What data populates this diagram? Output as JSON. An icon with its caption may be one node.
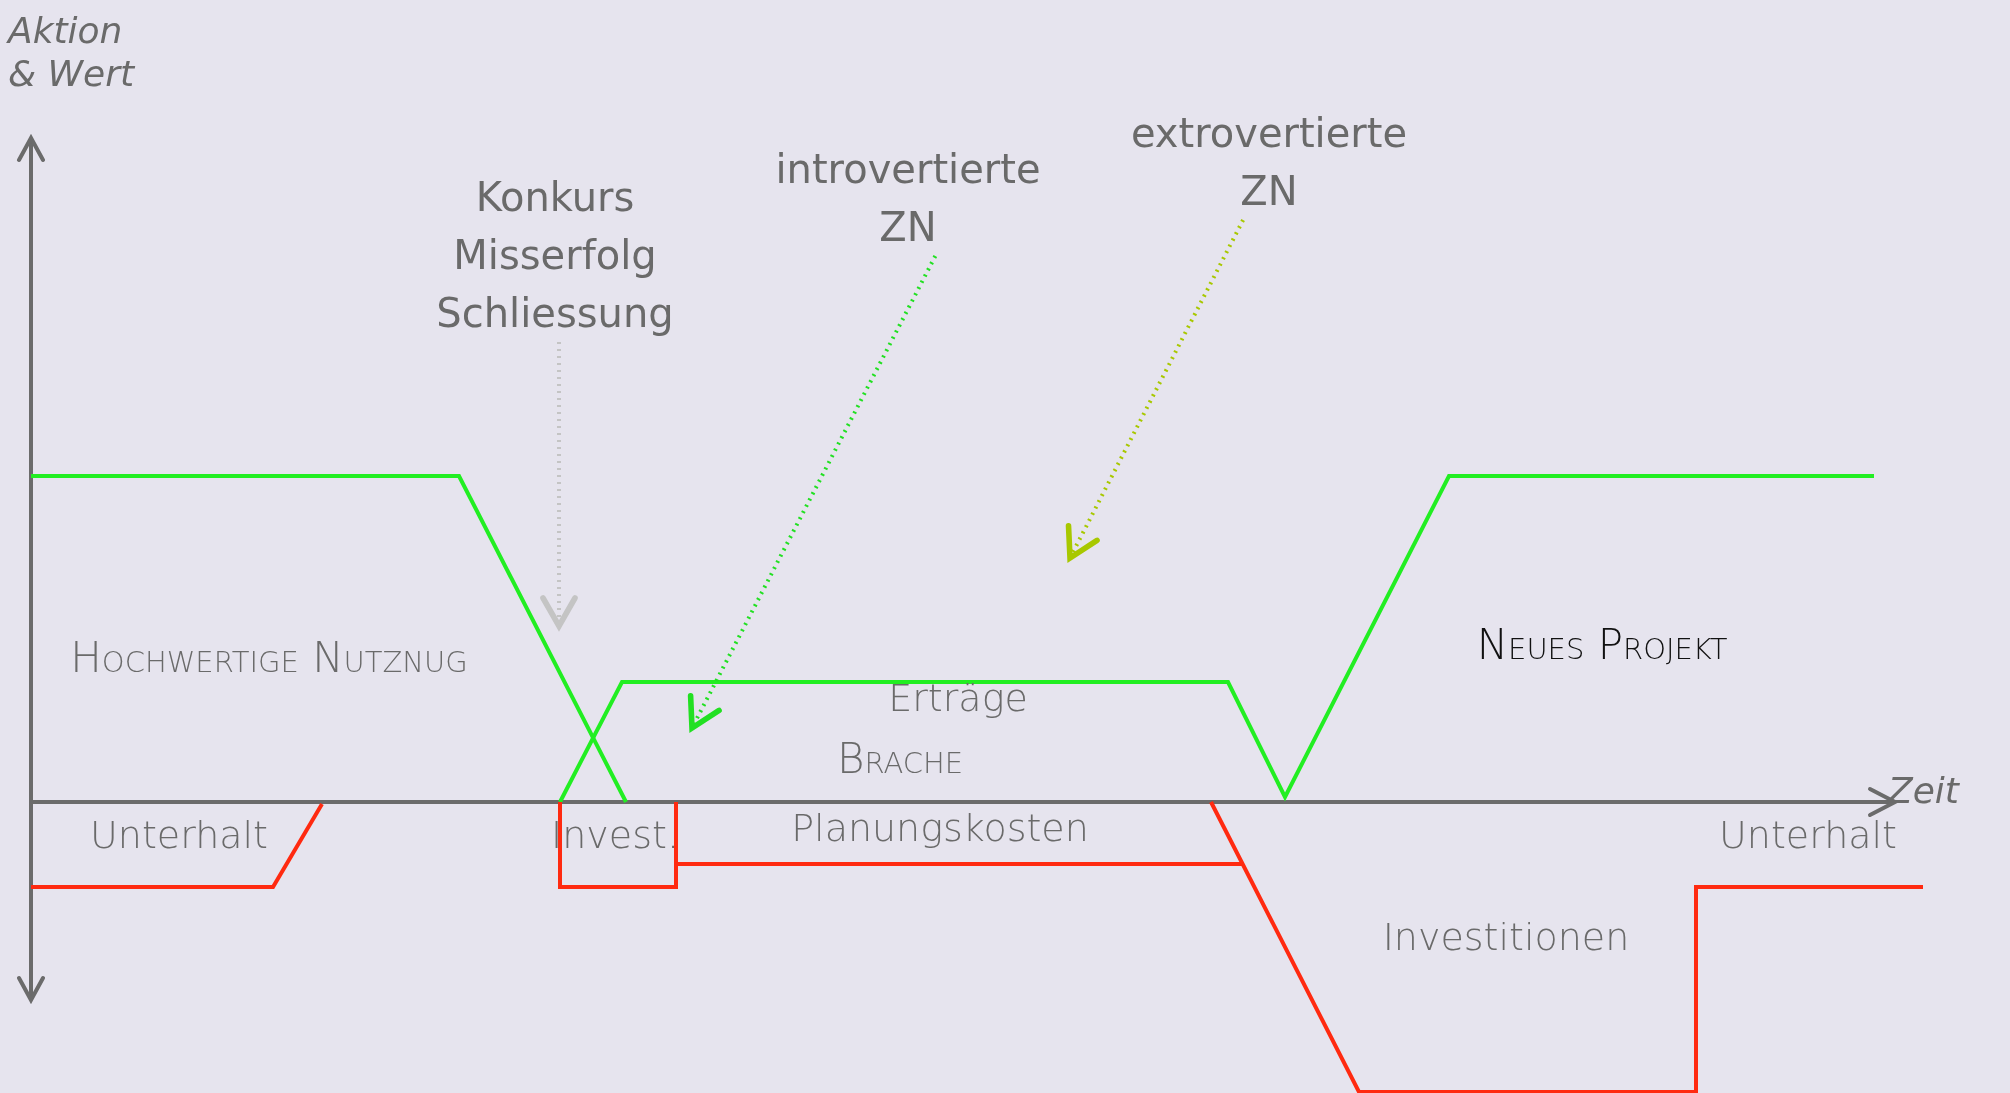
{
  "diagram": {
    "nodes": [
      {
        "text": [
          "Konkurs Misserfolg Schliessung"
        ]
      },
      {
        "text": [
          "introvertierte ZN"
        ]
      },
      {
        "text": [
          "extrovertierte ZN"
        ]
      }
    ],
    "edges": [
      {
        "from": 0,
        "to": null,
        "arrow": "to",
        "style": "dashed",
        "color": "#c4c4c4"
      },
      {
        "from": 1,
        "to": null,
        "arrow": "to",
        "style": "dashed",
        "color": "#22e022"
      },
      {
        "from": 2,
        "to": null,
        "arrow": "to",
        "style": "dashed",
        "color": "#a8c800"
      }
    ],
    "labels": [
      "Aktion & Wert",
      "Hochwertige Nutznug",
      "Erträge",
      "Brache",
      "Neues Projekt",
      "Zeit",
      "Unterhalt",
      "Invest.",
      "Planungskosten",
      "Unterhalt",
      "Investitionen"
    ]
  }
}
